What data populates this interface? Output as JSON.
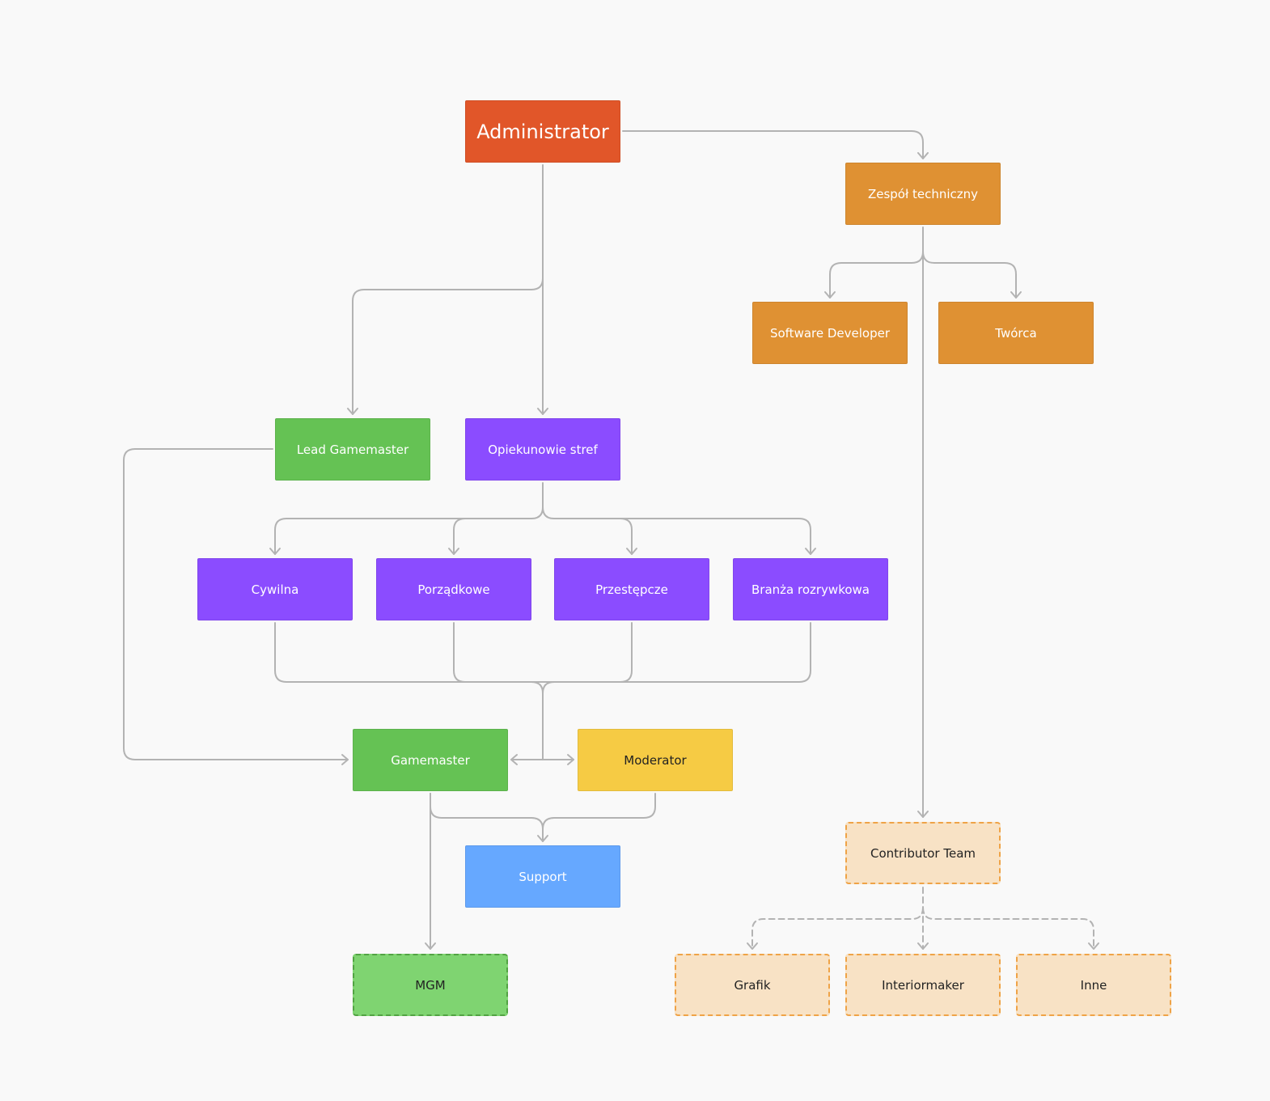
{
  "colors": {
    "background": "#f9f9f9",
    "connector": "#b3b3b3",
    "admin": "#e15629",
    "technical": "#df9133",
    "technical_dashed_fill": "#f8e2c5",
    "technical_dashed_border": "#efa347",
    "green": "#65c254",
    "green_light": "#7fd471",
    "green_dashed_border": "#52a343",
    "purple": "#8b4cff",
    "yellow": "#f6cb44",
    "blue": "#66a8ff",
    "text_light": "#ffffff",
    "text_dark": "#222222"
  },
  "nodes": {
    "administrator": "Administrator",
    "zespol_techniczny": "Zespół techniczny",
    "software_developer": "Software Developer",
    "tworca": "Twórca",
    "lead_gamemaster": "Lead Gamemaster",
    "opiekunowie_stref": "Opiekunowie stref",
    "cywilna": "Cywilna",
    "porzadkowe": "Porządkowe",
    "przestepcze": "Przestępcze",
    "branza_rozrywkowa": "Branża rozrywkowa",
    "gamemaster": "Gamemaster",
    "moderator": "Moderator",
    "support": "Support",
    "mgm": "MGM",
    "contributor_team": "Contributor Team",
    "grafik": "Grafik",
    "interiormaker": "Interiormaker",
    "inne": "Inne"
  }
}
